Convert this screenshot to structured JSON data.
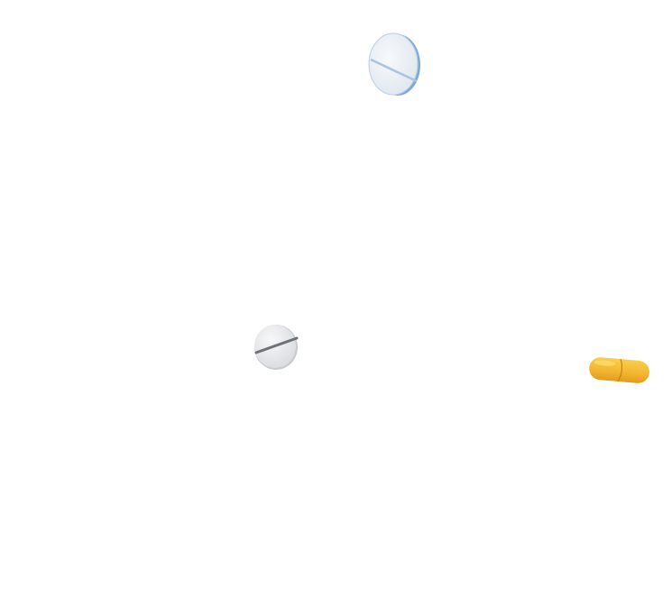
{
  "background": "#ffffff",
  "pills": [
    {
      "kind": "round-tablet",
      "face_color": "#eef2f6",
      "edge_color": "#7fa9d8"
    },
    {
      "kind": "round-tablet",
      "face_color": "#eeeff1",
      "score_color": "#6e7278"
    },
    {
      "kind": "capsule",
      "color": "#f2b530",
      "shade_color": "#e39a1f"
    }
  ]
}
